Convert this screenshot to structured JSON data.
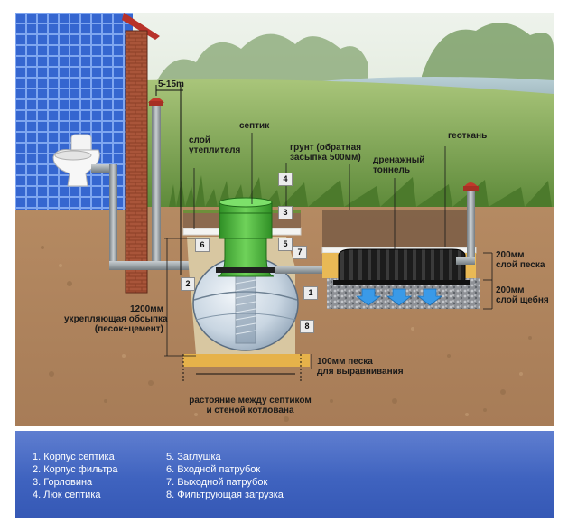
{
  "labels": {
    "distance": "5-15m",
    "septic": "септик",
    "insulation_line1": "слой",
    "insulation_line2": "утеплителя",
    "soil_line1": "грунт (обратная",
    "soil_line2": "засыпка 500мм)",
    "geotextile": "геоткань",
    "drain_line1": "дренажный",
    "drain_line2": "тоннель",
    "sand_line1": "200мм",
    "sand_line2": "слой песка",
    "gravel_line1": "200мм",
    "gravel_line2": "слой щебня",
    "backfill_line1": "1200мм",
    "backfill_line2": "укрепляющая  обсыпка",
    "backfill_line3": "(песок+цемент)",
    "level_line1": "100мм песка",
    "level_line2": "для выравнивания",
    "gap_line1": "растояние между септиком",
    "gap_line2": "и стеной котлована"
  },
  "markers": [
    "1",
    "2",
    "3",
    "4",
    "5",
    "6",
    "7",
    "8"
  ],
  "legend": {
    "col1": [
      "1. Корпус септика",
      "2. Корпус фильтра",
      "3. Горловина",
      "4. Люк септика"
    ],
    "col2": [
      "5. Заглушка",
      "6. Входной патрубок",
      "7. Выходной патрубок",
      "8. Фильтрующая загрузка"
    ]
  },
  "colors": {
    "legend_bg": "#3f63bf",
    "tank_green": "#4db83a",
    "pipe_gray": "#9ea6aa",
    "wall_tile": "#3e6fd6",
    "brick": "#9b4a2f",
    "flow_arrow": "#3a9ae8"
  }
}
